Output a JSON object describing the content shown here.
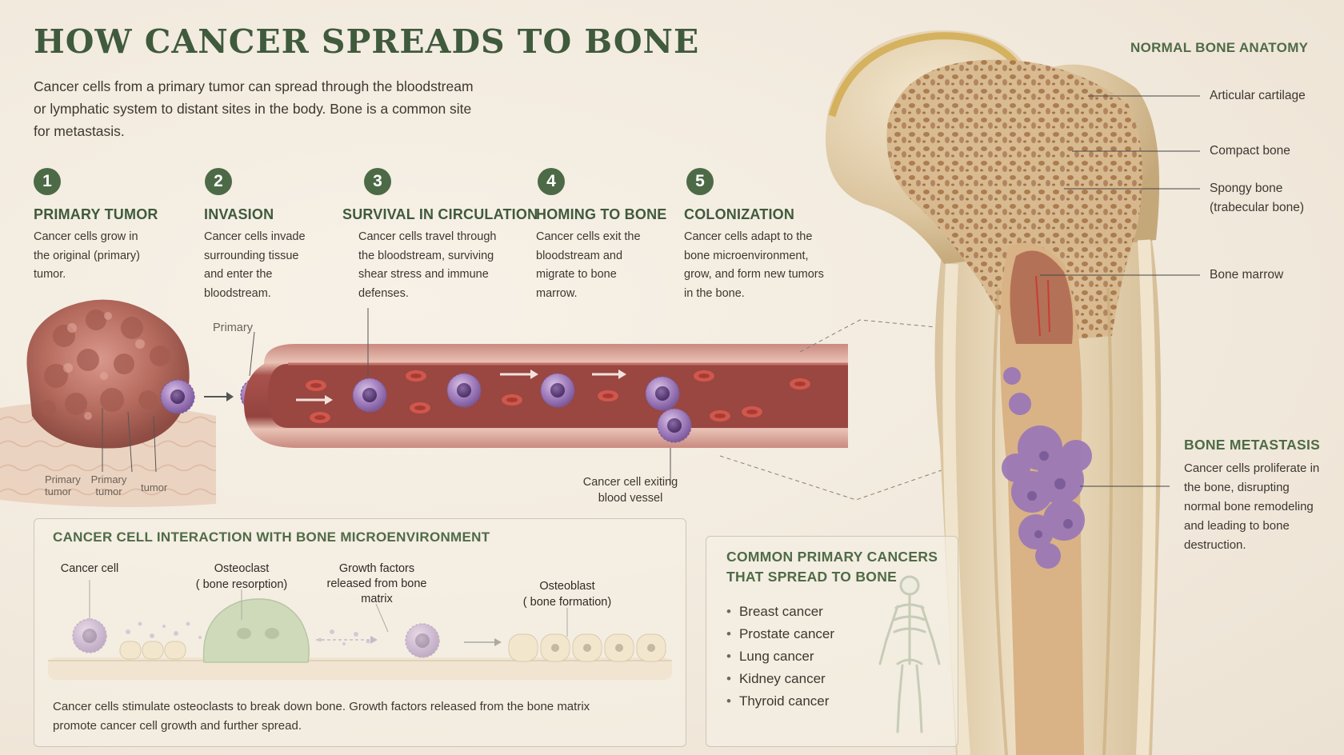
{
  "title": "HOW CANCER SPREADS TO BONE",
  "intro": "Cancer cells from a primary tumor can spread through the bloodstream or lymphatic system to distant sites in the body. Bone is a common site for metastasis.",
  "steps": [
    {
      "num": "1",
      "title": "PRIMARY TUMOR",
      "text": "Cancer cells grow in the original (primary) tumor."
    },
    {
      "num": "2",
      "title": "INVASION",
      "text": "Cancer cells invade surrounding tissue and enter the bloodstream."
    },
    {
      "num": "3",
      "title": "SURVIVAL IN CIRCULATION",
      "text": "Cancer cells travel through the bloodstream, surviving shear stress and immune defenses."
    },
    {
      "num": "4",
      "title": "HOMING TO BONE",
      "text": "Cancer cells exit the bloodstream and migrate to bone marrow."
    },
    {
      "num": "5",
      "title": "COLONIZATION",
      "text": "Cancer cells adapt to the bone microenvironment, grow, and form new tumors in the bone."
    }
  ],
  "tumor_labels": {
    "primary_small": "Primary",
    "bottom_left": "Primary tumor",
    "bottom_mid": "Primary tumor",
    "bottom_right": "tumor"
  },
  "vessel_label": "Cancer cell exiting blood vessel",
  "anatomy": {
    "heading": "NORMAL BONE ANATOMY",
    "labels": [
      "Articular cartilage",
      "Compact bone",
      "Spongy bone (trabecular bone)",
      "Bone marrow"
    ]
  },
  "metastasis": {
    "heading": "BONE METASTASIS",
    "text": "Cancer cells proliferate in the bone, disrupting normal bone remodeling and leading to bone destruction."
  },
  "micro": {
    "heading": "CANCER CELL INTERACTION WITH BONE MICROENVIRONMENT",
    "cancer_cell": "Cancer cell",
    "osteoclast": "Osteoclast",
    "osteoclast_sub": "( bone resorption)",
    "growth_factors": "Growth factors released from bone matrix",
    "osteoblast": "Osteoblast",
    "osteoblast_sub": "( bone formation)",
    "caption": "Cancer cells stimulate osteoclasts to break down bone. Growth factors released from the bone matrix promote cancer cell growth and further spread."
  },
  "common": {
    "heading_line1": "COMMON PRIMARY CANCERS",
    "heading_line2": "THAT SPREAD TO BONE",
    "items": [
      "Breast cancer",
      "Prostate cancer",
      "Lung cancer",
      "Kidney cancer",
      "Thyroid cancer"
    ]
  },
  "colors": {
    "heading_green": "#3f5a3c",
    "tumor": "#b56a5f",
    "cancer_cell": "#9b78b5",
    "vessel": "#b35a55",
    "bone": "#e4d3b4"
  }
}
